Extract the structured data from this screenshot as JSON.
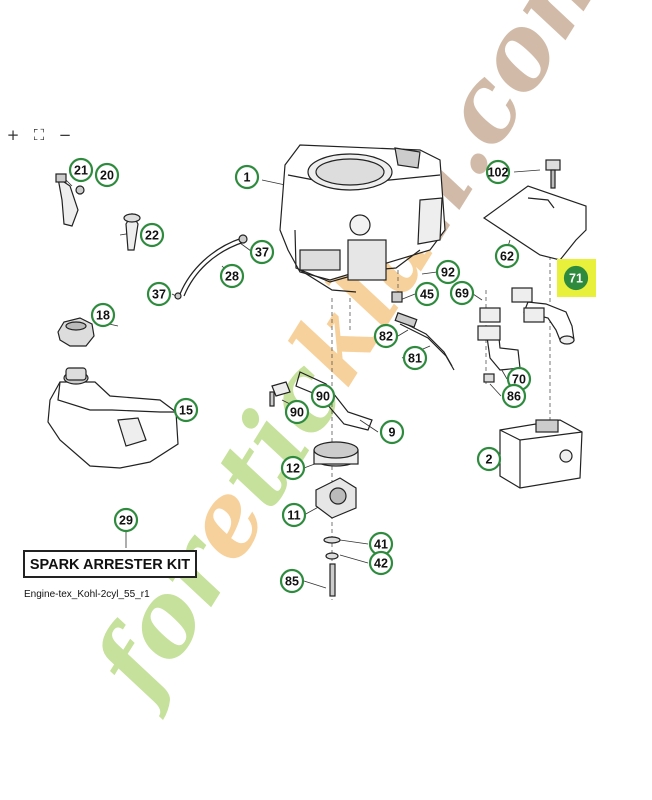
{
  "viewer": {
    "zoom_in_label": "+",
    "fit_label": "⛶",
    "zoom_out_label": "−"
  },
  "diagram": {
    "kit_label": "SPARK ARRESTER KIT",
    "caption": "Engine-tex_Kohl-2cyl_55_r1",
    "highlight_color": "#e8f03c",
    "callout_color": "#2e8b3e",
    "callouts": [
      "1",
      "2",
      "9",
      "11",
      "12",
      "15",
      "18",
      "20",
      "21",
      "22",
      "28",
      "29",
      "37",
      "37",
      "41",
      "42",
      "45",
      "62",
      "69",
      "70",
      "71",
      "81",
      "82",
      "85",
      "86",
      "90",
      "90",
      "92",
      "102"
    ],
    "highlighted_part": "71"
  },
  "watermark": {
    "text_green": "for",
    "text_orange": "e",
    "text_rest": "t",
    "text_green2": "ic",
    "text_orange2": "kla",
    "text_end": "n.com",
    "colors": {
      "green": "#bcdc8a",
      "orange": "#f6c98a",
      "brown": "#c9b09a"
    }
  }
}
